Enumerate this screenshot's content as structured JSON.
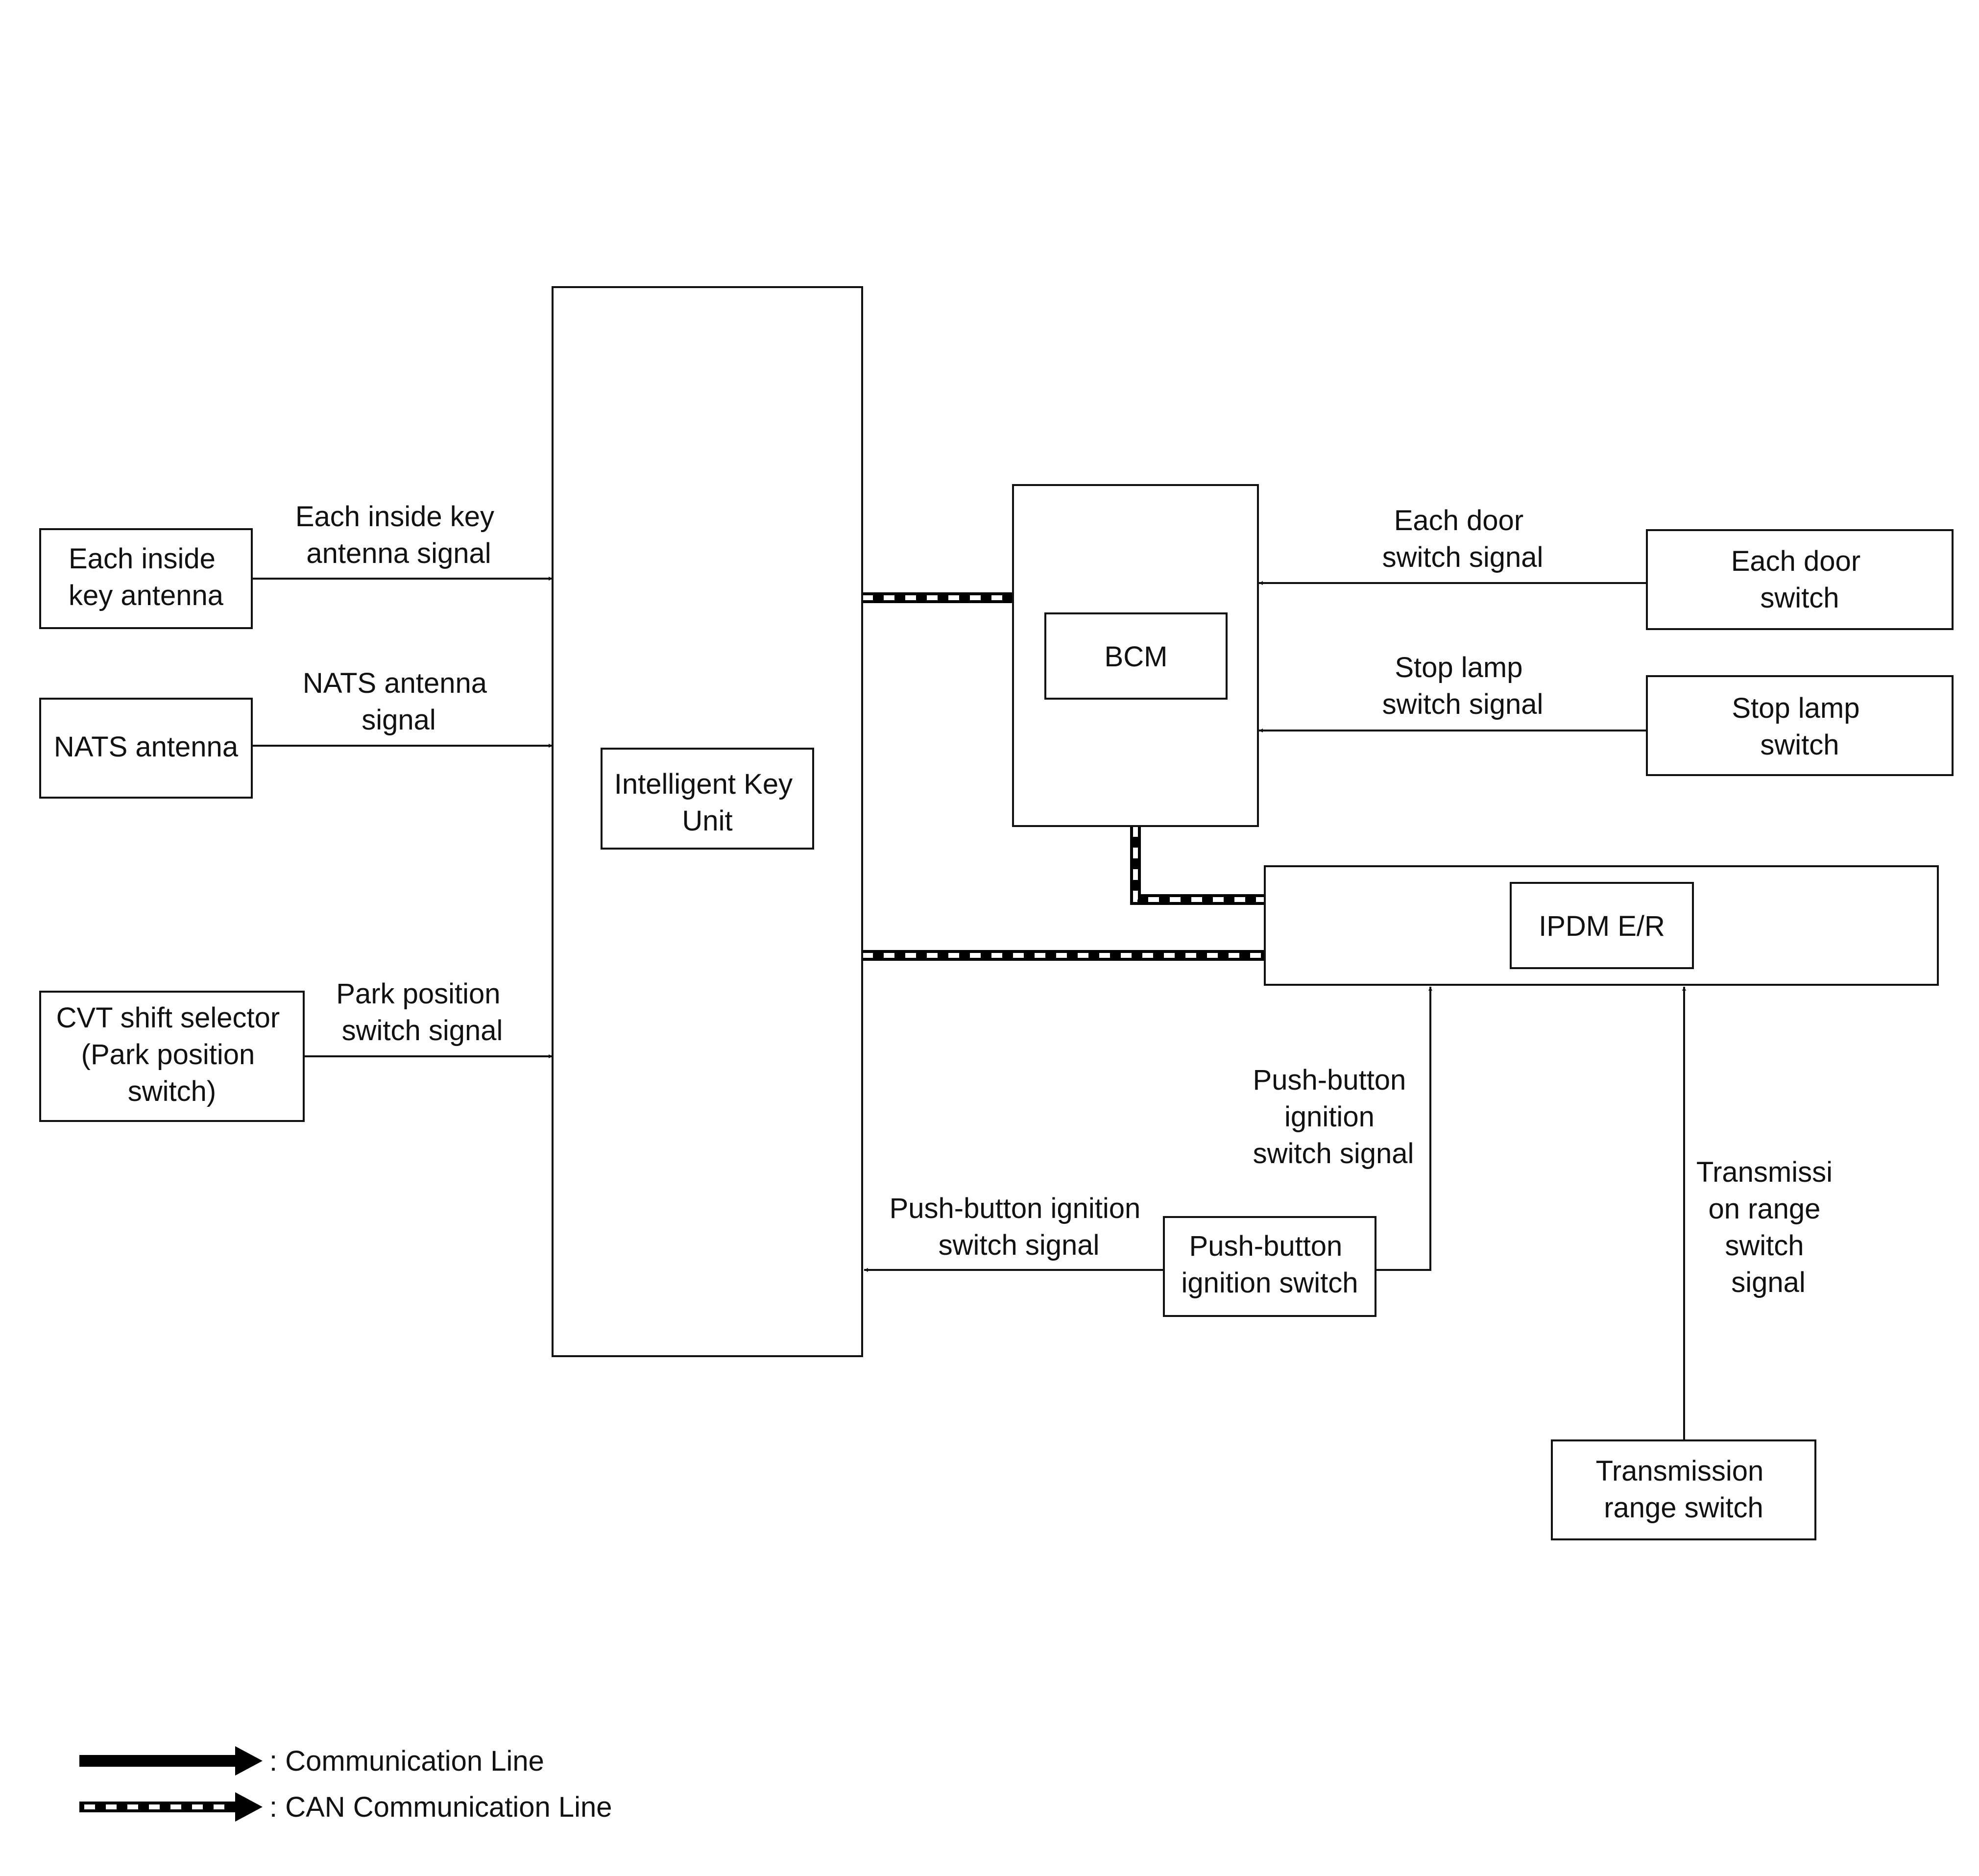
{
  "blocks": {
    "intelligent_key_unit": [
      "Intelligent Key",
      "Unit"
    ],
    "bcm": [
      "BCM"
    ],
    "ipdm": [
      "IPDM E/R"
    ],
    "inside_key_antenna": [
      "Each inside",
      "key antenna"
    ],
    "nats_antenna": [
      "NATS antenna"
    ],
    "cvt_shift_selector": [
      "CVT shift selector",
      "(Park position",
      "switch)"
    ],
    "door_switch": [
      "Each door",
      "switch"
    ],
    "stop_lamp_switch": [
      "Stop lamp",
      "switch"
    ],
    "push_button_switch": [
      "Push-button",
      "ignition switch"
    ],
    "transmission_range_switch": [
      "Transmission",
      "range switch"
    ]
  },
  "signals": {
    "inside_key_antenna_signal": [
      "Each inside key",
      "antenna signal"
    ],
    "nats_antenna_signal": [
      "NATS antenna",
      "signal"
    ],
    "park_position_signal": [
      "Park position",
      "switch signal"
    ],
    "door_switch_signal": [
      "Each door",
      "switch signal"
    ],
    "stop_lamp_signal": [
      "Stop lamp",
      "switch signal"
    ],
    "push_button_to_ipdm_signal": [
      "Push-button",
      "ignition",
      "switch signal"
    ],
    "push_button_to_iku_signal": [
      "Push-button ignition",
      "switch signal"
    ],
    "transmission_range_signal": [
      "Transmissi",
      "on range",
      "switch",
      "signal"
    ]
  },
  "legend": {
    "communication_line": ": Communication Line",
    "can_communication_line": ": CAN Communication Line"
  },
  "colors": {
    "line": "#111111",
    "background": "#ffffff"
  }
}
